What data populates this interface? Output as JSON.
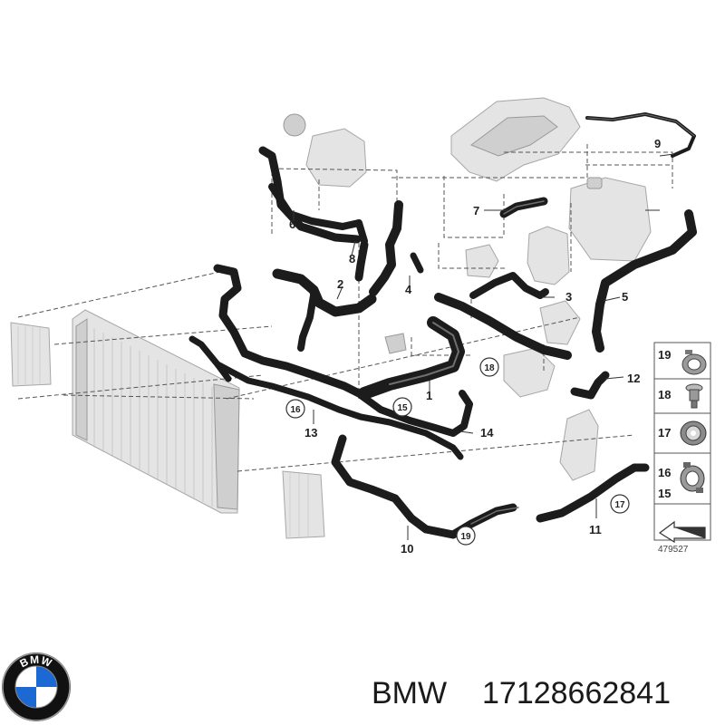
{
  "callouts": [
    {
      "label": "1"
    },
    {
      "label": "2"
    },
    {
      "label": "3"
    },
    {
      "label": "4"
    },
    {
      "label": "5"
    },
    {
      "label": "6"
    },
    {
      "label": "7"
    },
    {
      "label": "8"
    },
    {
      "label": "9"
    },
    {
      "label": "10"
    },
    {
      "label": "11"
    },
    {
      "label": "12"
    },
    {
      "label": "13"
    },
    {
      "label": "14"
    }
  ],
  "circled_callouts": [
    {
      "label": "15"
    },
    {
      "label": "16"
    },
    {
      "label": "17"
    },
    {
      "label": "18"
    },
    {
      "label": "19"
    }
  ],
  "legend": {
    "items": [
      {
        "label": "19",
        "icon": "clamp-icon"
      },
      {
        "label": "18",
        "icon": "valve-icon"
      },
      {
        "label": "17",
        "icon": "clip-ring-icon"
      },
      {
        "label": "16",
        "icon": "spring-clamp-icon"
      },
      {
        "label": "15",
        "icon": "spring-clamp-icon"
      },
      {
        "label": "",
        "icon": "arrow-reference-icon"
      }
    ],
    "drawing_number": "479527"
  },
  "footer": {
    "brand": "BMW",
    "part_number": "17128662841",
    "logo_text": "BMW",
    "colors": {
      "roundel_blue": "#1c69d4",
      "roundel_black": "#111111"
    }
  }
}
